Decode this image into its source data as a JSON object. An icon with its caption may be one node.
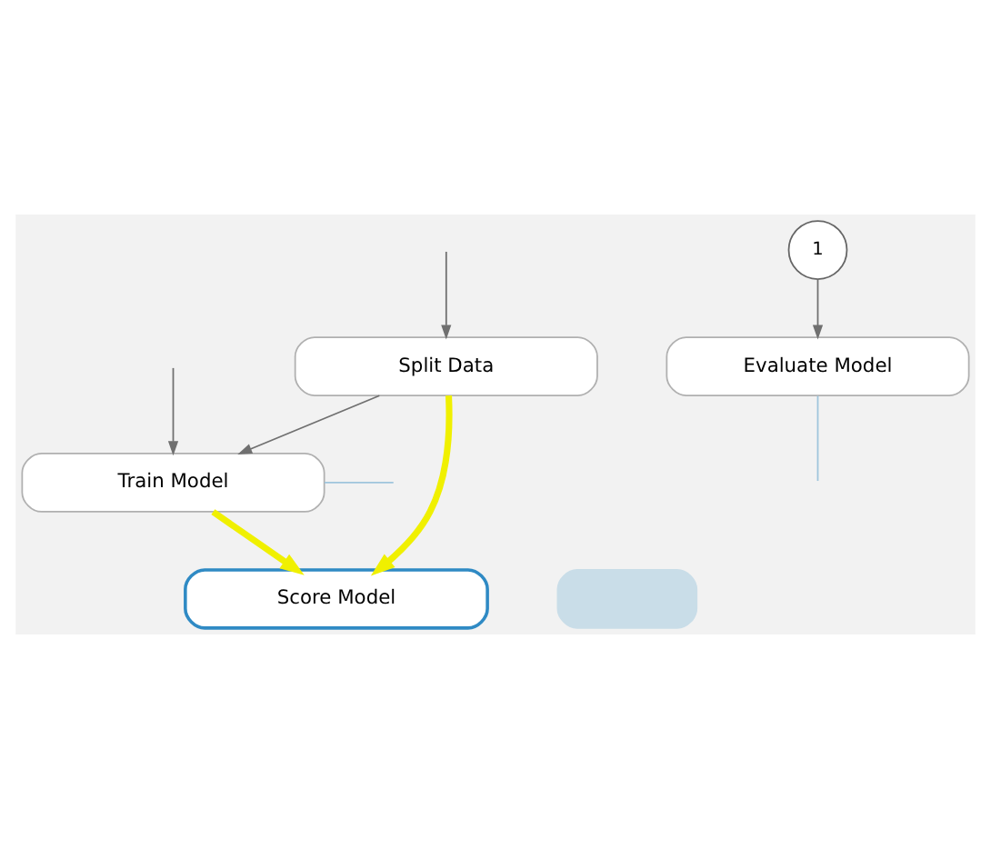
{
  "diagram": {
    "nodes": [
      {
        "text": [
          "Split Data"
        ]
      },
      {
        "text": [
          "Train Model"
        ]
      },
      {
        "text": [
          "Score Model"
        ]
      },
      {
        "text": [
          "1"
        ]
      },
      {
        "text": [
          "Evaluate Model"
        ]
      },
      {
        "text": [],
        "shape": "box"
      }
    ],
    "edges": [
      {
        "from": null,
        "to": 0,
        "arrow": "to"
      },
      {
        "from": null,
        "to": 1,
        "arrow": "to"
      },
      {
        "from": 0,
        "to": 1,
        "arrow": "to"
      },
      {
        "from": 0,
        "to": 2,
        "arrow": "to",
        "style": "thick",
        "color": "#f0f000"
      },
      {
        "from": 1,
        "to": 2,
        "arrow": "to",
        "style": "thick",
        "color": "#f0f000"
      },
      {
        "from": 1,
        "to": null,
        "arrow": "none",
        "color": "#9fc5dc"
      },
      {
        "from": 3,
        "to": 4,
        "arrow": "to"
      },
      {
        "from": 4,
        "to": null,
        "arrow": "none",
        "color": "#9fc5dc"
      }
    ]
  }
}
